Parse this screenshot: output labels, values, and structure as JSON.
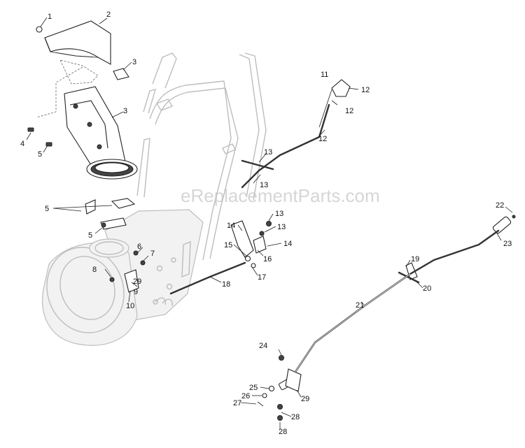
{
  "watermark": "eReplacementParts.com",
  "callouts": [
    "1",
    "2",
    "3",
    "3",
    "4",
    "5",
    "5",
    "5",
    "6",
    "7",
    "8",
    "9",
    "10",
    "11",
    "12",
    "12",
    "12",
    "13",
    "13",
    "13",
    "13",
    "14",
    "14",
    "15",
    "16",
    "17",
    "18",
    "19",
    "20",
    "21",
    "22",
    "23",
    "24",
    "25",
    "26",
    "27",
    "28",
    "28",
    "29",
    "29"
  ]
}
